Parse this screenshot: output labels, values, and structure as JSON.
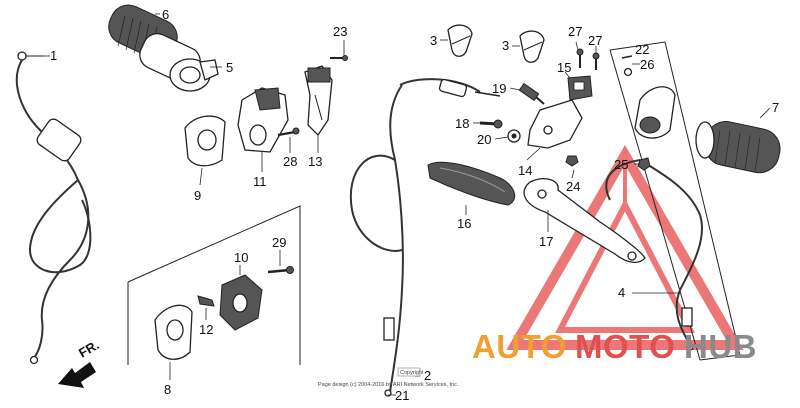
{
  "callouts": [
    {
      "id": "1",
      "label": "1"
    },
    {
      "id": "2",
      "label": "2"
    },
    {
      "id": "3a",
      "label": "3"
    },
    {
      "id": "3b",
      "label": "3"
    },
    {
      "id": "4",
      "label": "4"
    },
    {
      "id": "5",
      "label": "5"
    },
    {
      "id": "6",
      "label": "6"
    },
    {
      "id": "7",
      "label": "7"
    },
    {
      "id": "8",
      "label": "8"
    },
    {
      "id": "9",
      "label": "9"
    },
    {
      "id": "10",
      "label": "10"
    },
    {
      "id": "11",
      "label": "11"
    },
    {
      "id": "12",
      "label": "12"
    },
    {
      "id": "13",
      "label": "13"
    },
    {
      "id": "14",
      "label": "14"
    },
    {
      "id": "15",
      "label": "15"
    },
    {
      "id": "16",
      "label": "16"
    },
    {
      "id": "17",
      "label": "17"
    },
    {
      "id": "18",
      "label": "18"
    },
    {
      "id": "19",
      "label": "19"
    },
    {
      "id": "20",
      "label": "20"
    },
    {
      "id": "21",
      "label": "21"
    },
    {
      "id": "22",
      "label": "22"
    },
    {
      "id": "23",
      "label": "23"
    },
    {
      "id": "24",
      "label": "24"
    },
    {
      "id": "25",
      "label": "25"
    },
    {
      "id": "26",
      "label": "26"
    },
    {
      "id": "27a",
      "label": "27"
    },
    {
      "id": "27b",
      "label": "27"
    },
    {
      "id": "28",
      "label": "28"
    },
    {
      "id": "29",
      "label": "29"
    }
  ],
  "direction_label": "FR.",
  "copyright": {
    "line1": "Copyright",
    "line2": "Page design (c) 2004-2016 by ARI Network Services, Inc."
  },
  "watermark": {
    "part1": "AUTO",
    "part2": "MOTO",
    "part3": "HUB",
    "color_orange": "#f0a030",
    "color_red": "#e05050",
    "color_gray": "#8a8a8a"
  }
}
